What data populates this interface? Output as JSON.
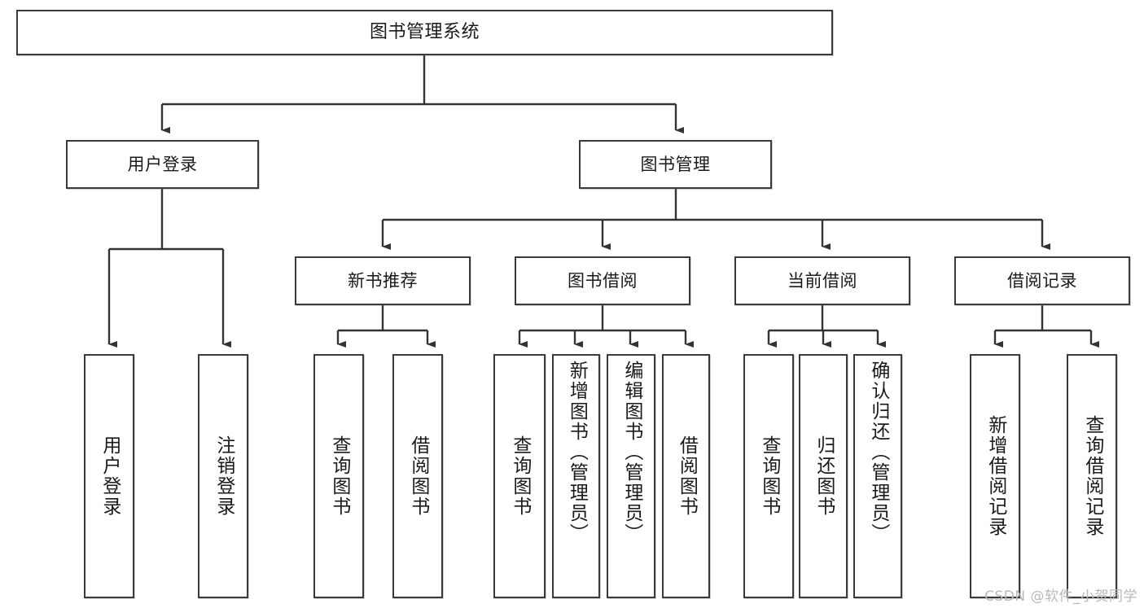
{
  "diagram": {
    "title": "图书管理系统",
    "type": "tree-hierarchy",
    "watermark": "CSDN @软件_小贺同学",
    "colors": {
      "background": "#ffffff",
      "box_border": "#3a3a3a",
      "box_fill": "#ffffff",
      "text": "#1a1a1a",
      "edge": "#333333",
      "watermark": "#b9b9b9"
    },
    "nodes": {
      "root": {
        "label": "图书管理系统"
      },
      "level2": [
        {
          "id": "user-login",
          "label": "用户登录"
        },
        {
          "id": "book-manage",
          "label": "图书管理"
        }
      ],
      "level3": [
        {
          "id": "new-book-recommend",
          "label": "新书推荐"
        },
        {
          "id": "book-borrow",
          "label": "图书借阅"
        },
        {
          "id": "current-borrow",
          "label": "当前借阅"
        },
        {
          "id": "borrow-record",
          "label": "借阅记录"
        }
      ],
      "leaves": {
        "user_login": [
          {
            "id": "leaf-user-login",
            "label": "用户登录"
          },
          {
            "id": "leaf-logout-login",
            "label": "注销登录"
          }
        ],
        "new_book_recommend": [
          {
            "id": "leaf-query-book-1",
            "label": "查询图书"
          },
          {
            "id": "leaf-borrow-book-1",
            "label": "借阅图书"
          }
        ],
        "book_borrow": [
          {
            "id": "leaf-query-book-2",
            "label": "查询图书"
          },
          {
            "id": "leaf-add-book",
            "label": "新增图书（管理员）"
          },
          {
            "id": "leaf-edit-book",
            "label": "编辑图书（管理员）"
          },
          {
            "id": "leaf-borrow-book-2",
            "label": "借阅图书"
          }
        ],
        "current_borrow": [
          {
            "id": "leaf-query-book-3",
            "label": "查询图书"
          },
          {
            "id": "leaf-return-book",
            "label": "归还图书"
          },
          {
            "id": "leaf-confirm-return",
            "label": "确认归还（管理员）"
          }
        ],
        "borrow_record": [
          {
            "id": "leaf-add-record",
            "label": "新增借阅记录"
          },
          {
            "id": "leaf-query-record",
            "label": "查询借阅记录"
          }
        ]
      }
    }
  }
}
